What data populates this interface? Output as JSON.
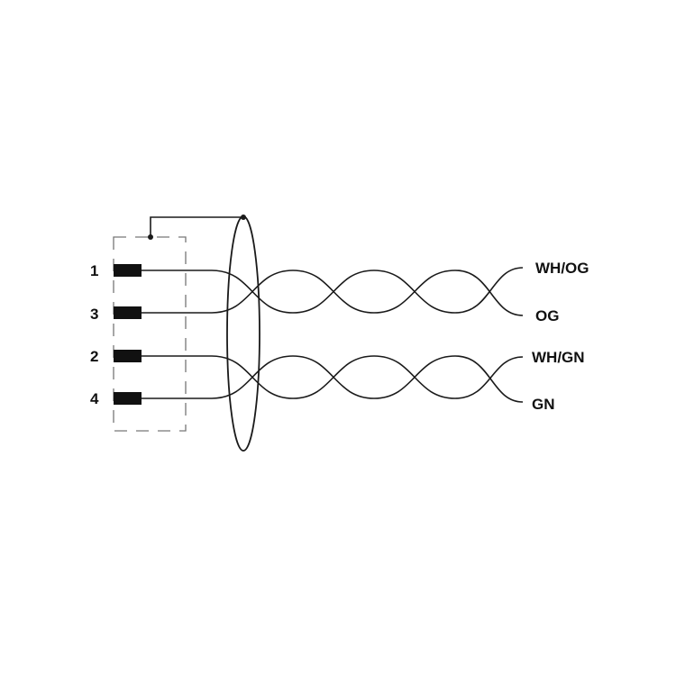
{
  "pins": [
    {
      "number": "1",
      "wire": "WH/OG"
    },
    {
      "number": "3",
      "wire": "OG"
    },
    {
      "number": "2",
      "wire": "WH/GN"
    },
    {
      "number": "4",
      "wire": "GN"
    }
  ],
  "colors": {
    "line": "#1a1a1a",
    "dash": "#777777"
  }
}
